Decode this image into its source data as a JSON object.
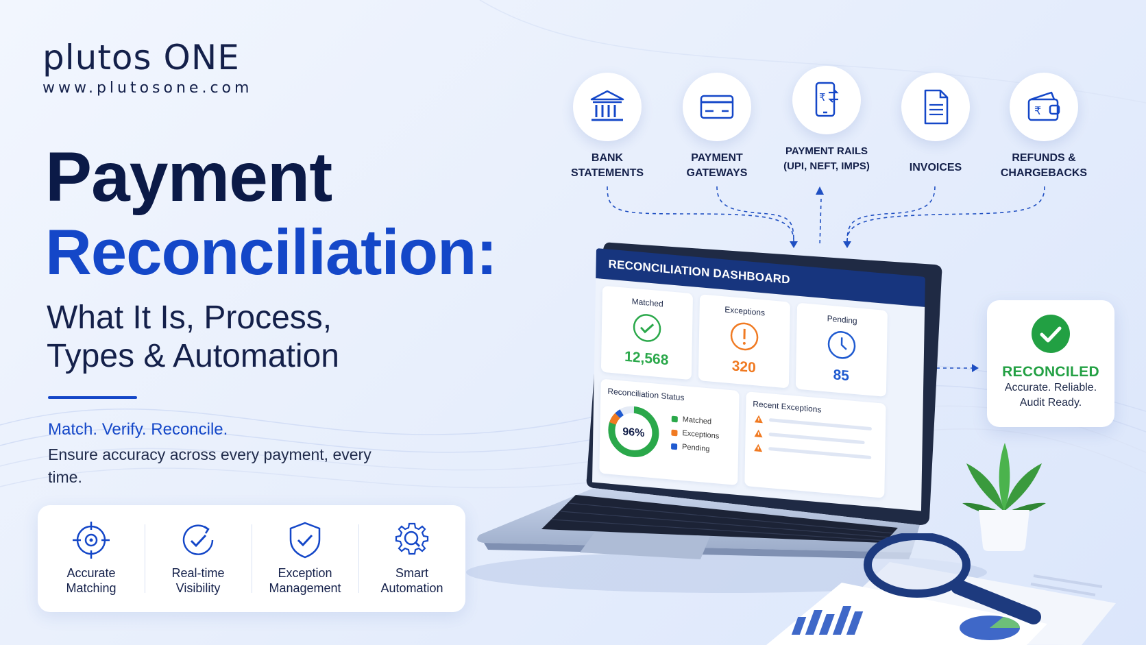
{
  "brand": {
    "name": "plutos ONE",
    "url": "www.plutosone.com"
  },
  "headline": {
    "line1": "Payment",
    "line2": "Reconciliation:",
    "subtitle_line1": "What It Is, Process,",
    "subtitle_line2": "Types & Automation"
  },
  "tagline": "Match. Verify. Reconcile.",
  "description": "Ensure accuracy across every payment, every time.",
  "features": [
    {
      "label": "Accurate Matching",
      "icon": "target-icon"
    },
    {
      "label": "Real-time Visibility",
      "icon": "clock-check-icon"
    },
    {
      "label": "Exception Management",
      "icon": "shield-check-icon"
    },
    {
      "label": "Smart Automation",
      "icon": "gear-search-icon"
    }
  ],
  "sources": [
    {
      "label": "BANK STATEMENTS",
      "icon": "bank-icon"
    },
    {
      "label": "PAYMENT GATEWAYS",
      "icon": "card-icon"
    },
    {
      "label": "PAYMENT RAILS (UPI, NEFT, IMPS)",
      "icon": "phone-transfer-icon"
    },
    {
      "label": "INVOICES",
      "icon": "invoice-icon"
    },
    {
      "label": "REFUNDS & CHARGEBACKS",
      "icon": "wallet-rupee-icon"
    }
  ],
  "dashboard": {
    "title": "RECONCILIATION DASHBOARD",
    "stats": [
      {
        "label": "Matched",
        "value": "12,568",
        "color": "#2aa84a"
      },
      {
        "label": "Exceptions",
        "value": "320",
        "color": "#f07a22"
      },
      {
        "label": "Pending",
        "value": "85",
        "color": "#1f5ad0"
      }
    ],
    "status": {
      "title": "Reconciliation Status",
      "percent": "96%",
      "percent_value": 0.96,
      "legend": [
        {
          "label": "Matched",
          "color": "#2aa84a"
        },
        {
          "label": "Exceptions",
          "color": "#f07a22"
        },
        {
          "label": "Pending",
          "color": "#1f5ad0"
        }
      ]
    },
    "recent_exceptions": {
      "title": "Recent Exceptions",
      "count": 3
    }
  },
  "reconciled": {
    "title": "RECONCILED",
    "line1": "Accurate. Reliable.",
    "line2": "Audit Ready."
  },
  "colors": {
    "brand_blue": "#1447c8",
    "navy": "#0b1a47",
    "success": "#22a043",
    "warning": "#f07a22"
  }
}
